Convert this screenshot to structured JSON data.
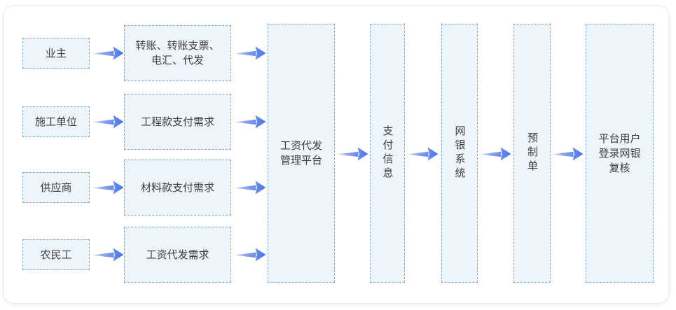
{
  "flow": {
    "sources": [
      {
        "label": "业主"
      },
      {
        "label": "施工单位"
      },
      {
        "label": "供应商"
      },
      {
        "label": "农民工"
      }
    ],
    "demands": [
      {
        "label": "转账、转账支票、\n电汇、代发"
      },
      {
        "label": "工程款支付需求"
      },
      {
        "label": "材料款支付需求"
      },
      {
        "label": "工资代发需求"
      }
    ],
    "pipeline": [
      {
        "label": "工资代发\n管理平台"
      },
      {
        "label": "支付信息"
      },
      {
        "label": "网银系统"
      },
      {
        "label": "预制单"
      },
      {
        "label": "平台用户\n登录网银\n复核"
      }
    ],
    "colors": {
      "box_fill": "#eef4fb",
      "box_border": "#7fa8c9",
      "arrow_light": "#d9e0f8",
      "arrow_dark": "#4a72ea",
      "text": "#3d3d3d",
      "panel_border": "#e5e7e9"
    }
  }
}
